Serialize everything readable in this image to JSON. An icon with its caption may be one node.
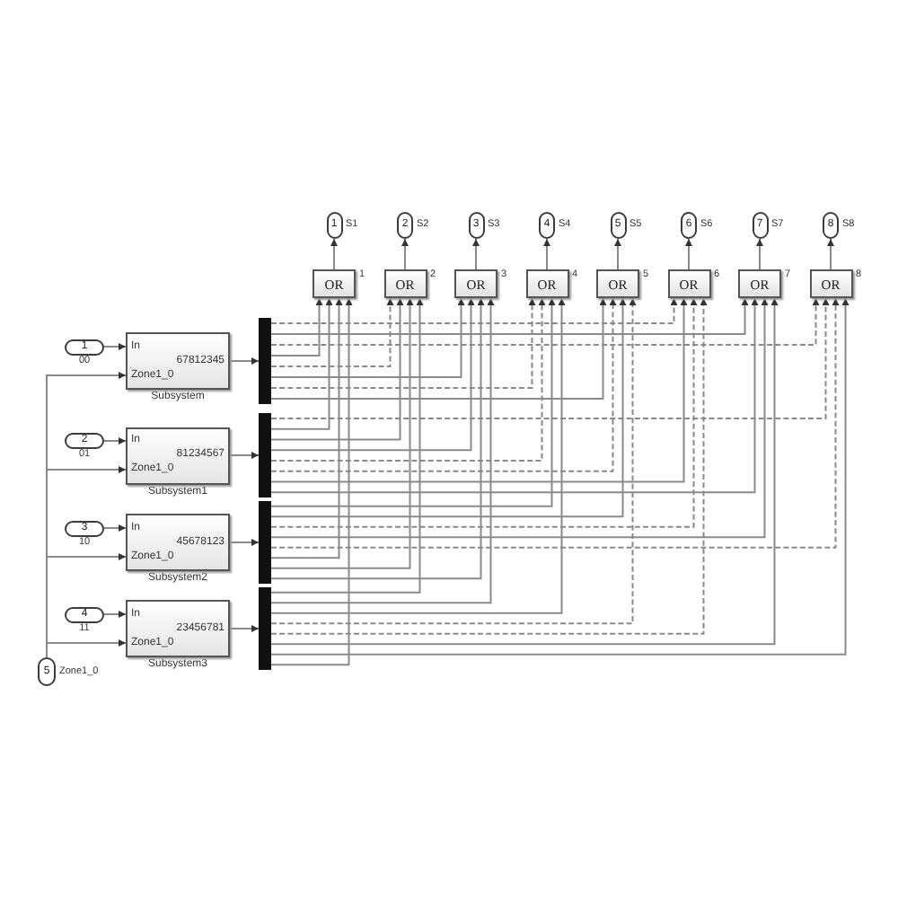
{
  "diagram": {
    "nodes": [
      {
        "text": [
          "1"
        ],
        "beside": [
          "S1"
        ]
      },
      {
        "text": [
          "2"
        ],
        "beside": [
          "S2"
        ]
      },
      {
        "text": [
          "3"
        ],
        "beside": [
          "S3"
        ]
      },
      {
        "text": [
          "4"
        ],
        "beside": [
          "S4"
        ]
      },
      {
        "text": [
          "5"
        ],
        "beside": [
          "S5"
        ]
      },
      {
        "text": [
          "6"
        ],
        "beside": [
          "S6"
        ]
      },
      {
        "text": [
          "7"
        ],
        "beside": [
          "S7"
        ]
      },
      {
        "text": [
          "8"
        ],
        "beside": [
          "S8"
        ]
      },
      {
        "text": [
          "OR"
        ],
        "beside": [
          "1"
        ]
      },
      {
        "text": [
          "OR"
        ],
        "beside": [
          "2"
        ]
      },
      {
        "text": [
          "OR"
        ],
        "beside": [
          "3"
        ]
      },
      {
        "text": [
          "OR"
        ],
        "beside": [
          "4"
        ]
      },
      {
        "text": [
          "OR"
        ],
        "beside": [
          "5"
        ]
      },
      {
        "text": [
          "OR"
        ],
        "beside": [
          "6"
        ]
      },
      {
        "text": [
          "OR"
        ],
        "beside": [
          "7"
        ]
      },
      {
        "text": [
          "OR"
        ],
        "beside": [
          "8"
        ]
      },
      {
        "text": [
          "1"
        ],
        "beside": [
          "00"
        ]
      },
      {
        "text": [
          "In",
          "Zone1_0",
          "67812345",
          "Subsystem"
        ]
      },
      {
        "text": [],
        "shape": "bar"
      },
      {
        "text": [
          "2"
        ],
        "beside": [
          "01"
        ]
      },
      {
        "text": [
          "In",
          "Zone1_0",
          "81234567",
          "Subsystem1"
        ]
      },
      {
        "text": [],
        "shape": "bar"
      },
      {
        "text": [
          "3"
        ],
        "beside": [
          "10"
        ]
      },
      {
        "text": [
          "In",
          "Zone1_0",
          "45678123",
          "Subsystem2"
        ]
      },
      {
        "text": [],
        "shape": "bar"
      },
      {
        "text": [
          "4"
        ],
        "beside": [
          "11"
        ]
      },
      {
        "text": [
          "In",
          "Zone1_0",
          "23456781",
          "Subsystem3"
        ]
      },
      {
        "text": [],
        "shape": "bar"
      },
      {
        "text": [
          "5"
        ],
        "beside": [
          "Zone1_0"
        ]
      }
    ],
    "edges": [
      {
        "from": 16,
        "to": 17,
        "arrow": "to"
      },
      {
        "from": 28,
        "to": 17,
        "arrow": "to"
      },
      {
        "from": 17,
        "to": 18,
        "arrow": "to"
      },
      {
        "from": 19,
        "to": 20,
        "arrow": "to"
      },
      {
        "from": 28,
        "to": 20,
        "arrow": "to"
      },
      {
        "from": 20,
        "to": 21,
        "arrow": "to"
      },
      {
        "from": 22,
        "to": 23,
        "arrow": "to"
      },
      {
        "from": 28,
        "to": 23,
        "arrow": "to"
      },
      {
        "from": 23,
        "to": 24,
        "arrow": "to"
      },
      {
        "from": 25,
        "to": 26,
        "arrow": "to"
      },
      {
        "from": 28,
        "to": 26,
        "arrow": "to"
      },
      {
        "from": 26,
        "to": 27,
        "arrow": "to"
      },
      {
        "from": 18,
        "to": 13,
        "arrow": "to",
        "style": "dashed"
      },
      {
        "from": 18,
        "to": 14,
        "arrow": "to"
      },
      {
        "from": 18,
        "to": 15,
        "arrow": "to",
        "style": "dashed"
      },
      {
        "from": 18,
        "to": 8,
        "arrow": "to"
      },
      {
        "from": 18,
        "to": 9,
        "arrow": "to",
        "style": "dashed"
      },
      {
        "from": 18,
        "to": 10,
        "arrow": "to"
      },
      {
        "from": 18,
        "to": 11,
        "arrow": "to",
        "style": "dashed"
      },
      {
        "from": 18,
        "to": 12,
        "arrow": "to"
      },
      {
        "from": 21,
        "to": 15,
        "arrow": "to",
        "style": "dashed"
      },
      {
        "from": 21,
        "to": 8,
        "arrow": "to"
      },
      {
        "from": 21,
        "to": 9,
        "arrow": "to"
      },
      {
        "from": 21,
        "to": 10,
        "arrow": "to"
      },
      {
        "from": 21,
        "to": 11,
        "arrow": "to",
        "style": "dashed"
      },
      {
        "from": 21,
        "to": 12,
        "arrow": "to",
        "style": "dashed"
      },
      {
        "from": 21,
        "to": 13,
        "arrow": "to"
      },
      {
        "from": 21,
        "to": 14,
        "arrow": "to"
      },
      {
        "from": 24,
        "to": 11,
        "arrow": "to"
      },
      {
        "from": 24,
        "to": 12,
        "arrow": "to"
      },
      {
        "from": 24,
        "to": 13,
        "arrow": "to",
        "style": "dashed"
      },
      {
        "from": 24,
        "to": 14,
        "arrow": "to"
      },
      {
        "from": 24,
        "to": 15,
        "arrow": "to",
        "style": "dashed"
      },
      {
        "from": 24,
        "to": 8,
        "arrow": "to"
      },
      {
        "from": 24,
        "to": 9,
        "arrow": "to"
      },
      {
        "from": 24,
        "to": 10,
        "arrow": "to"
      },
      {
        "from": 27,
        "to": 9,
        "arrow": "to"
      },
      {
        "from": 27,
        "to": 10,
        "arrow": "to"
      },
      {
        "from": 27,
        "to": 11,
        "arrow": "to"
      },
      {
        "from": 27,
        "to": 12,
        "arrow": "to",
        "style": "dashed"
      },
      {
        "from": 27,
        "to": 13,
        "arrow": "to",
        "style": "dashed"
      },
      {
        "from": 27,
        "to": 14,
        "arrow": "to"
      },
      {
        "from": 27,
        "to": 15,
        "arrow": "to"
      },
      {
        "from": 27,
        "to": 8,
        "arrow": "to"
      },
      {
        "from": 8,
        "to": 0,
        "arrow": "to"
      },
      {
        "from": 9,
        "to": 1,
        "arrow": "to"
      },
      {
        "from": 10,
        "to": 2,
        "arrow": "to"
      },
      {
        "from": 11,
        "to": 3,
        "arrow": "to"
      },
      {
        "from": 12,
        "to": 4,
        "arrow": "to"
      },
      {
        "from": 13,
        "to": 5,
        "arrow": "to"
      },
      {
        "from": 14,
        "to": 6,
        "arrow": "to"
      },
      {
        "from": 15,
        "to": 7,
        "arrow": "to"
      }
    ]
  }
}
